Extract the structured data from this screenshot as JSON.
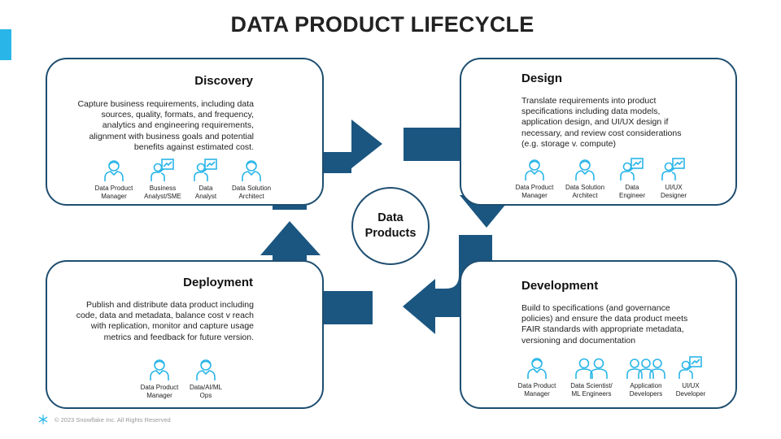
{
  "title": "DATA PRODUCT LIFECYCLE",
  "center_label_line1": "Data",
  "center_label_line2": "Products",
  "panels": {
    "discovery": {
      "title": "Discovery",
      "description": [
        "Capture business requirements, including data",
        "sources, quality, formats, and frequency,",
        "analytics and engineering requirements,",
        "alignment with business goals and potential",
        "benefits against estimated cost."
      ],
      "roles": [
        {
          "label": [
            "Data Product",
            "Manager"
          ],
          "icon": "person-icon"
        },
        {
          "label": [
            "Business",
            "Analyst/SME"
          ],
          "icon": "presenter-icon"
        },
        {
          "label": [
            "Data",
            "Analyst"
          ],
          "icon": "presenter-icon"
        },
        {
          "label": [
            "Data Solution",
            "Architect"
          ],
          "icon": "person-icon"
        }
      ]
    },
    "design": {
      "title": "Design",
      "description": [
        "Translate requirements into product",
        "specifications including data models,",
        "application design, and UI/UX design if",
        "necessary, and review cost considerations",
        "(e.g. storage v. compute)"
      ],
      "roles": [
        {
          "label": [
            "Data Product",
            "Manager"
          ],
          "icon": "person-icon"
        },
        {
          "label": [
            "Data Solution",
            "Architect"
          ],
          "icon": "person-icon"
        },
        {
          "label": [
            "Data",
            "Engineer"
          ],
          "icon": "presenter-icon"
        },
        {
          "label": [
            "UI/UX",
            "Designer"
          ],
          "icon": "presenter-icon"
        }
      ]
    },
    "deployment": {
      "title": "Deployment",
      "description": [
        "Publish and distribute data product including",
        "code, data and metadata, balance cost v reach",
        "with replication, monitor and capture usage",
        "metrics and feedback for future version."
      ],
      "roles": [
        {
          "label": [
            "Data Product",
            "Manager"
          ],
          "icon": "person-icon"
        },
        {
          "label": [
            "Data/AI/ML",
            "Ops"
          ],
          "icon": "person-icon"
        }
      ]
    },
    "development": {
      "title": "Development",
      "description": [
        "Build to specifications (and governance",
        "policies) and ensure the data product meets",
        "FAIR standards with appropriate metadata,",
        "versioning  and documentation"
      ],
      "roles": [
        {
          "label": [
            "Data Product",
            "Manager"
          ],
          "icon": "person-icon"
        },
        {
          "label": [
            "Data Scientist/",
            "ML Engineers"
          ],
          "icon": "pair-icon"
        },
        {
          "label": [
            "Application",
            "Developers"
          ],
          "icon": "group-icon"
        },
        {
          "label": [
            "UI/UX",
            "Developer"
          ],
          "icon": "presenter-icon"
        }
      ]
    }
  },
  "footer": "© 2023 Snowflake Inc. All Rights Reserved",
  "colors": {
    "arrow": "#1b5681",
    "icon": "#29b5e8",
    "border": "#1e4e70",
    "accent": "#29b5e8"
  }
}
